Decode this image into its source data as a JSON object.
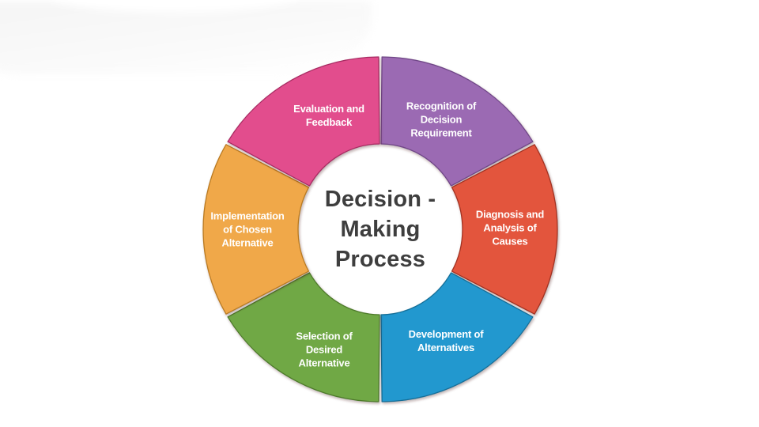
{
  "title": {
    "lines": [
      "Decision -",
      "Making",
      "Process"
    ],
    "color": "#3E3E3E"
  },
  "diagram": {
    "type": "segmented-donut-cycle",
    "label_color": "#FFFFFF",
    "segments": [
      {
        "id": "recognition",
        "label_lines": [
          "Recognition of",
          "Decision",
          "Requirement"
        ],
        "color": "#9B6AB3",
        "edge_color": "#6F4687",
        "start_deg": 0,
        "end_deg": 60,
        "label_offset": [
          -5,
          2
        ]
      },
      {
        "id": "diagnosis",
        "label_lines": [
          "Diagnosis and",
          "Analysis of",
          "Causes"
        ],
        "color": "#E3543C",
        "edge_color": "#A23323",
        "start_deg": 60,
        "end_deg": 120,
        "label_offset": [
          0,
          -2
        ]
      },
      {
        "id": "development",
        "label_lines": [
          "Development of",
          "Alternatives"
        ],
        "color": "#2198CF",
        "edge_color": "#136E97",
        "start_deg": 120,
        "end_deg": 180,
        "label_offset": [
          1,
          0
        ]
      },
      {
        "id": "selection",
        "label_lines": [
          "Selection of",
          "Desired",
          "Alternative"
        ],
        "color": "#70A845",
        "edge_color": "#4E7A2C",
        "start_deg": 180,
        "end_deg": 240,
        "label_offset": [
          11,
          11
        ]
      },
      {
        "id": "implementation",
        "label_lines": [
          "Implementation",
          "of Chosen",
          "Alternative"
        ],
        "color": "#F0A848",
        "edge_color": "#B97A22",
        "start_deg": 240,
        "end_deg": 300,
        "label_offset": [
          -4,
          0
        ]
      },
      {
        "id": "evaluation",
        "label_lines": [
          "Evaluation and",
          "Feedback"
        ],
        "color": "#E24E8D",
        "edge_color": "#A82C62",
        "start_deg": 300,
        "end_deg": 360,
        "label_offset": [
          17,
          -3
        ]
      }
    ]
  }
}
